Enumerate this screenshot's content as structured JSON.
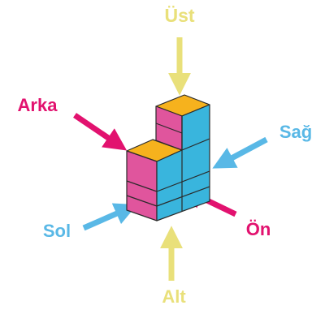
{
  "directions": {
    "top": "Üst",
    "back": "Arka",
    "right": "Sağ",
    "left": "Sol",
    "front": "Ön",
    "bottom": "Alt"
  },
  "colors": {
    "yellow_label": "#e9e07a",
    "magenta": "#e2126f",
    "cyan": "#59b8e6",
    "cube_top": "#f6b21d",
    "cube_left": "#e0559d",
    "cube_right": "#39b5dd",
    "edge": "#2a2a2a"
  }
}
